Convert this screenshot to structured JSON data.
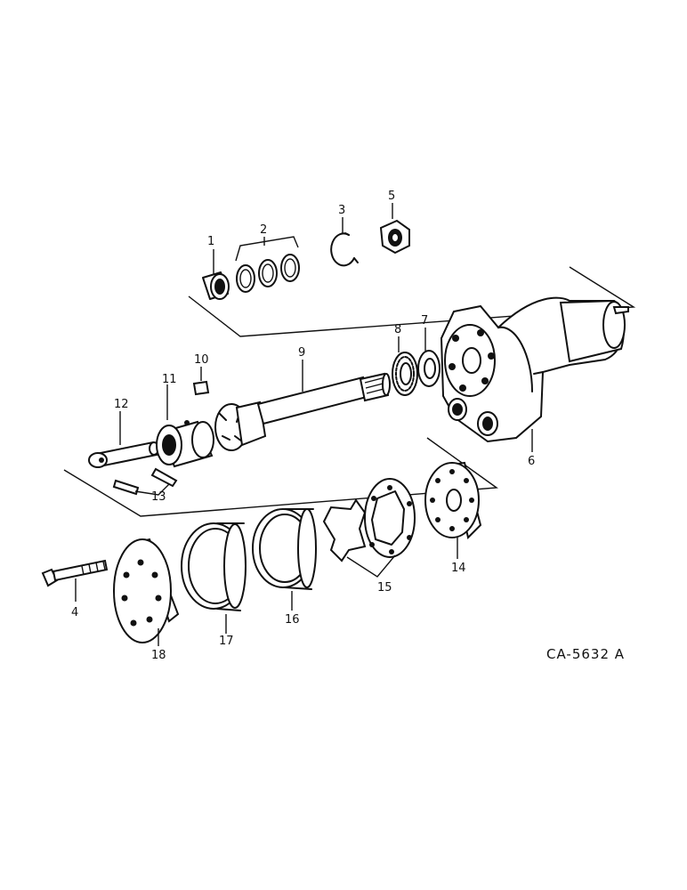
{
  "diagram": {
    "drawing_code": "CA-5632 A",
    "callouts": [
      "1",
      "2",
      "3",
      "4",
      "5",
      "6",
      "7",
      "8",
      "9",
      "10",
      "11",
      "12",
      "13",
      "14",
      "15",
      "16",
      "17",
      "18"
    ]
  }
}
